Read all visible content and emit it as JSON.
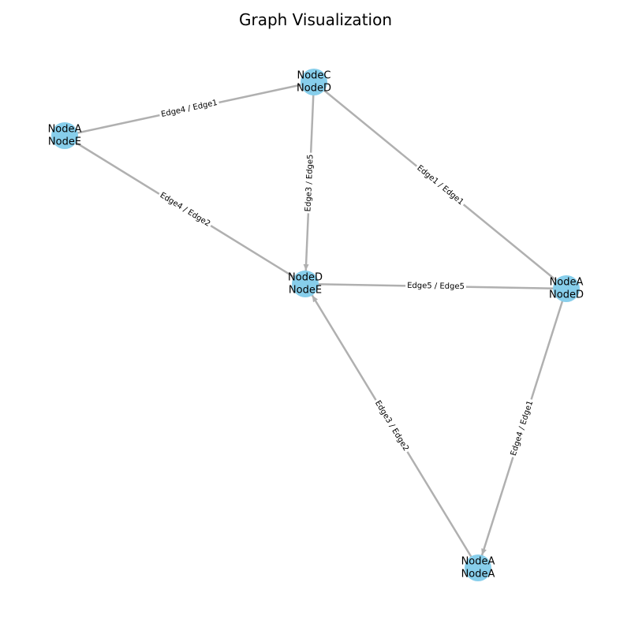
{
  "title": "Graph Visualization",
  "colors": {
    "node_fill": "#87ceeb",
    "edge": "#b0b0b0",
    "text": "#000000",
    "background": "#ffffff"
  },
  "nodes": [
    {
      "id": "n1",
      "lines": [
        "NodeC",
        "NodeD"
      ]
    },
    {
      "id": "n2",
      "lines": [
        "NodeA",
        "NodeE"
      ]
    },
    {
      "id": "n3",
      "lines": [
        "NodeD",
        "NodeE"
      ]
    },
    {
      "id": "n4",
      "lines": [
        "NodeA",
        "NodeD"
      ]
    },
    {
      "id": "n5",
      "lines": [
        "NodeA",
        "NodeA"
      ]
    }
  ],
  "edges": [
    {
      "from": "n2",
      "to": "n1",
      "label": "Edge4 / Edge1",
      "directed": false
    },
    {
      "from": "n2",
      "to": "n3",
      "label": "Edge4 / Edge2",
      "directed": false
    },
    {
      "from": "n1",
      "to": "n3",
      "label": "Edge3 / Edge5",
      "directed": true
    },
    {
      "from": "n1",
      "to": "n4",
      "label": "Edge1 / Edge1",
      "directed": false
    },
    {
      "from": "n3",
      "to": "n4",
      "label": "Edge5 / Edge5",
      "directed": false
    },
    {
      "from": "n5",
      "to": "n3",
      "label": "Edge3 / Edge2",
      "directed": true
    },
    {
      "from": "n4",
      "to": "n5",
      "label": "Edge4 / Edge1",
      "directed": true
    }
  ]
}
